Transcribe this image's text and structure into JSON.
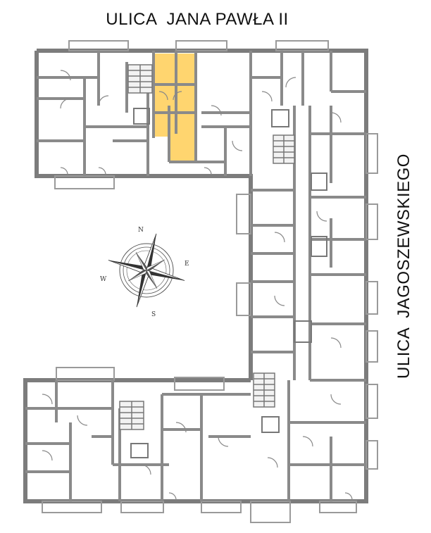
{
  "streets": {
    "top": "ULICA  JANA PAWŁA II",
    "right": "ULICA  JAGOSZEWSKIEGO"
  },
  "compass": {
    "north": "N",
    "east": "E",
    "south": "S",
    "west": "W"
  },
  "colors": {
    "wall": "#7c7c7c",
    "highlight": "#ffd56f",
    "background": "#ffffff"
  }
}
